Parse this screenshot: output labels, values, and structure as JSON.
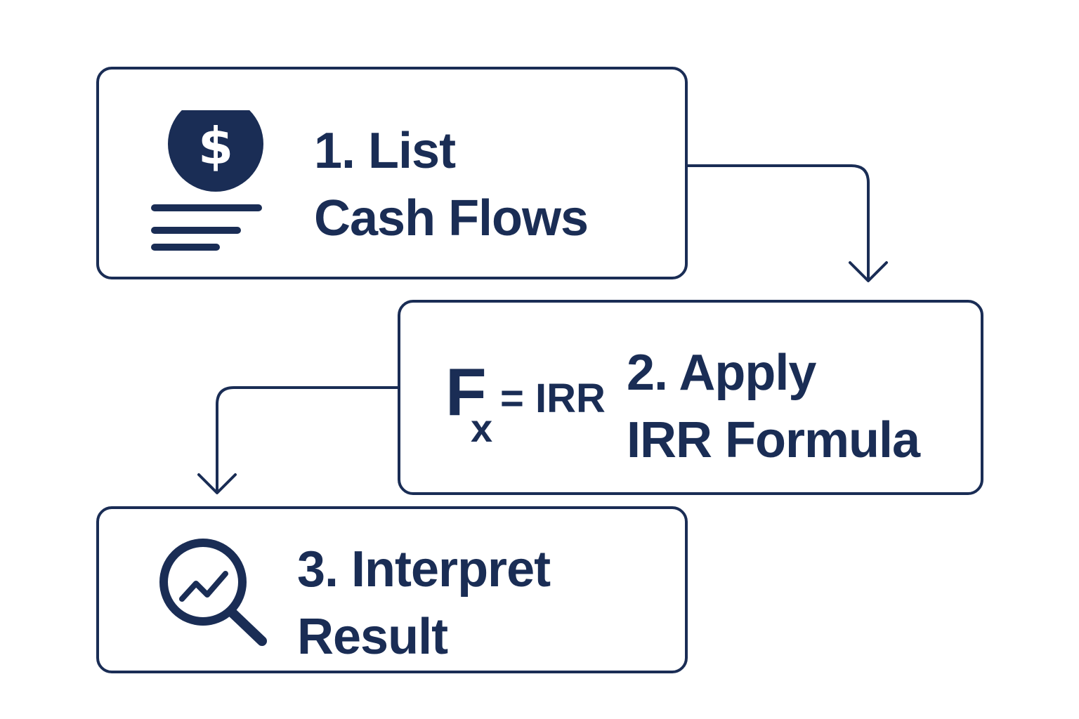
{
  "colors": {
    "primary": "#1a2d55",
    "background": "#ffffff"
  },
  "steps": [
    {
      "icon": "dollar-coin-with-lines-icon",
      "line1": "1. List",
      "line2": "Cash Flows"
    },
    {
      "icon": "fx-formula-icon",
      "icon_text": "= IRR",
      "icon_letter": "F",
      "icon_sub": "x",
      "line1": "2. Apply",
      "line2": "IRR Formula"
    },
    {
      "icon": "magnifier-trend-icon",
      "line1": "3. Interpret",
      "line2": "Result"
    }
  ]
}
